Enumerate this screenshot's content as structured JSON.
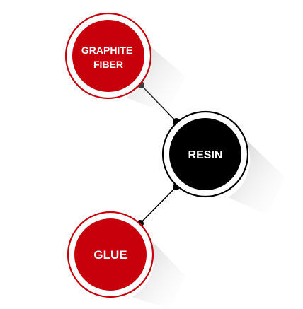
{
  "diagram": {
    "nodes": [
      {
        "id": "graphite-fiber",
        "lines": [
          "GRAPHITE",
          "FIBER"
        ],
        "fill": "#c8000c"
      },
      {
        "id": "resin",
        "lines": [
          "RESIN"
        ],
        "fill": "#000000"
      },
      {
        "id": "glue",
        "lines": [
          "GLUE"
        ],
        "fill": "#c8000c"
      }
    ],
    "edges": [
      {
        "from": "graphite-fiber",
        "to": "resin"
      },
      {
        "from": "resin",
        "to": "glue"
      }
    ],
    "colors": {
      "accent_red": "#c8000c",
      "ring_white": "#ffffff",
      "connector": "#000000"
    }
  }
}
